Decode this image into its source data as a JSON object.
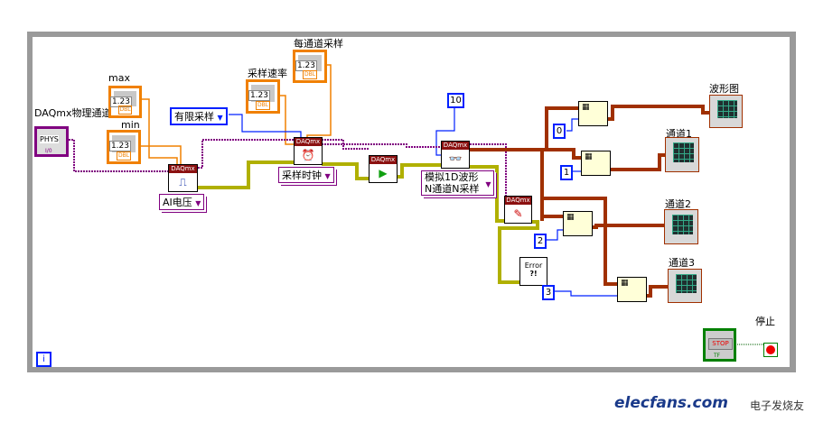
{
  "loop": {
    "iteration_label": "i",
    "stop_label": "停止",
    "stop_button": "STOP",
    "stop_type": "TF"
  },
  "controls": {
    "phys_channel": {
      "label": "DAQmx物理通道",
      "value": "PHYS",
      "type": "I/0"
    },
    "max": {
      "label": "max",
      "value": "1.23",
      "type": "DBL"
    },
    "min": {
      "label": "min",
      "value": "1.23",
      "type": "DBL"
    },
    "rate": {
      "label": "采样速率",
      "value": "1.23",
      "type": "DBL"
    },
    "samples_per_channel": {
      "label": "每通道采样",
      "value": "1.23",
      "type": "DBL"
    },
    "sample_mode": {
      "value": "有限采样"
    }
  },
  "vis": {
    "header": "DAQmx",
    "create_channel_ring": "AI电压",
    "timing_ring": "采样时钟",
    "read_ring_line1": "模拟1D波形",
    "read_ring_line2": "N通道N采样",
    "error_text": "Error"
  },
  "constants": {
    "timeout": "10",
    "idx0": "0",
    "idx1": "1",
    "idx2": "2",
    "idx3": "3"
  },
  "indicators": {
    "graph": "波形图",
    "ch1": "通道1",
    "ch2": "通道2",
    "ch3": "通道3"
  },
  "watermark": {
    "site": "elecfans.com",
    "cn": "电子发烧友"
  },
  "colors": {
    "dbl": "#f08000",
    "task": "#800080",
    "error": "#c8c800",
    "waveform": "#a03000",
    "int": "#0020ff"
  }
}
